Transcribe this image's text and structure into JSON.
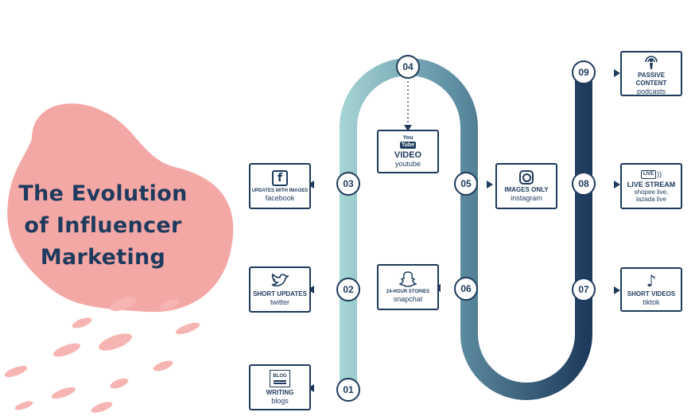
{
  "title": {
    "line1": "The Evolution",
    "line2": "of Influencer",
    "line3": "Marketing"
  },
  "colors": {
    "blob": "#f4a8a6",
    "navy": "#1e3a5c",
    "track_light": "#a4d4d4",
    "track_mid": "#5f8fa3"
  },
  "nodes": [
    "01",
    "02",
    "03",
    "04",
    "05",
    "06",
    "07",
    "08",
    "09"
  ],
  "stages": [
    {
      "num": "01",
      "label": "WRITING",
      "sub": "blogs",
      "icon": "blog-icon",
      "icon_text": "BLOG"
    },
    {
      "num": "02",
      "label": "SHORT UPDATES",
      "sub": "twitter",
      "icon": "twitter-icon"
    },
    {
      "num": "03",
      "label": "UPDATES WITH IMAGES",
      "sub": "facebook",
      "icon": "facebook-icon",
      "icon_text": "f"
    },
    {
      "num": "04",
      "label": "VIDEO",
      "sub": "youtube",
      "icon": "youtube-icon",
      "icon_text_top": "You",
      "icon_text_bottom": "Tube"
    },
    {
      "num": "05",
      "label": "IMAGES ONLY",
      "sub": "instagram",
      "icon": "instagram-icon"
    },
    {
      "num": "06",
      "label": "24-HOUR STORIES",
      "sub": "snapchat",
      "icon": "snapchat-icon"
    },
    {
      "num": "07",
      "label": "SHORT VIDEOS",
      "sub": "tiktok",
      "icon": "tiktok-icon",
      "icon_text": "♪"
    },
    {
      "num": "08",
      "label": "LIVE STREAM",
      "sub": "shopee live,",
      "sub2": "lazada live",
      "icon": "live-icon",
      "icon_text": "LIVE"
    },
    {
      "num": "09",
      "label": "PASSIVE CONTENT",
      "sub": "podcasts",
      "icon": "podcast-icon"
    }
  ]
}
